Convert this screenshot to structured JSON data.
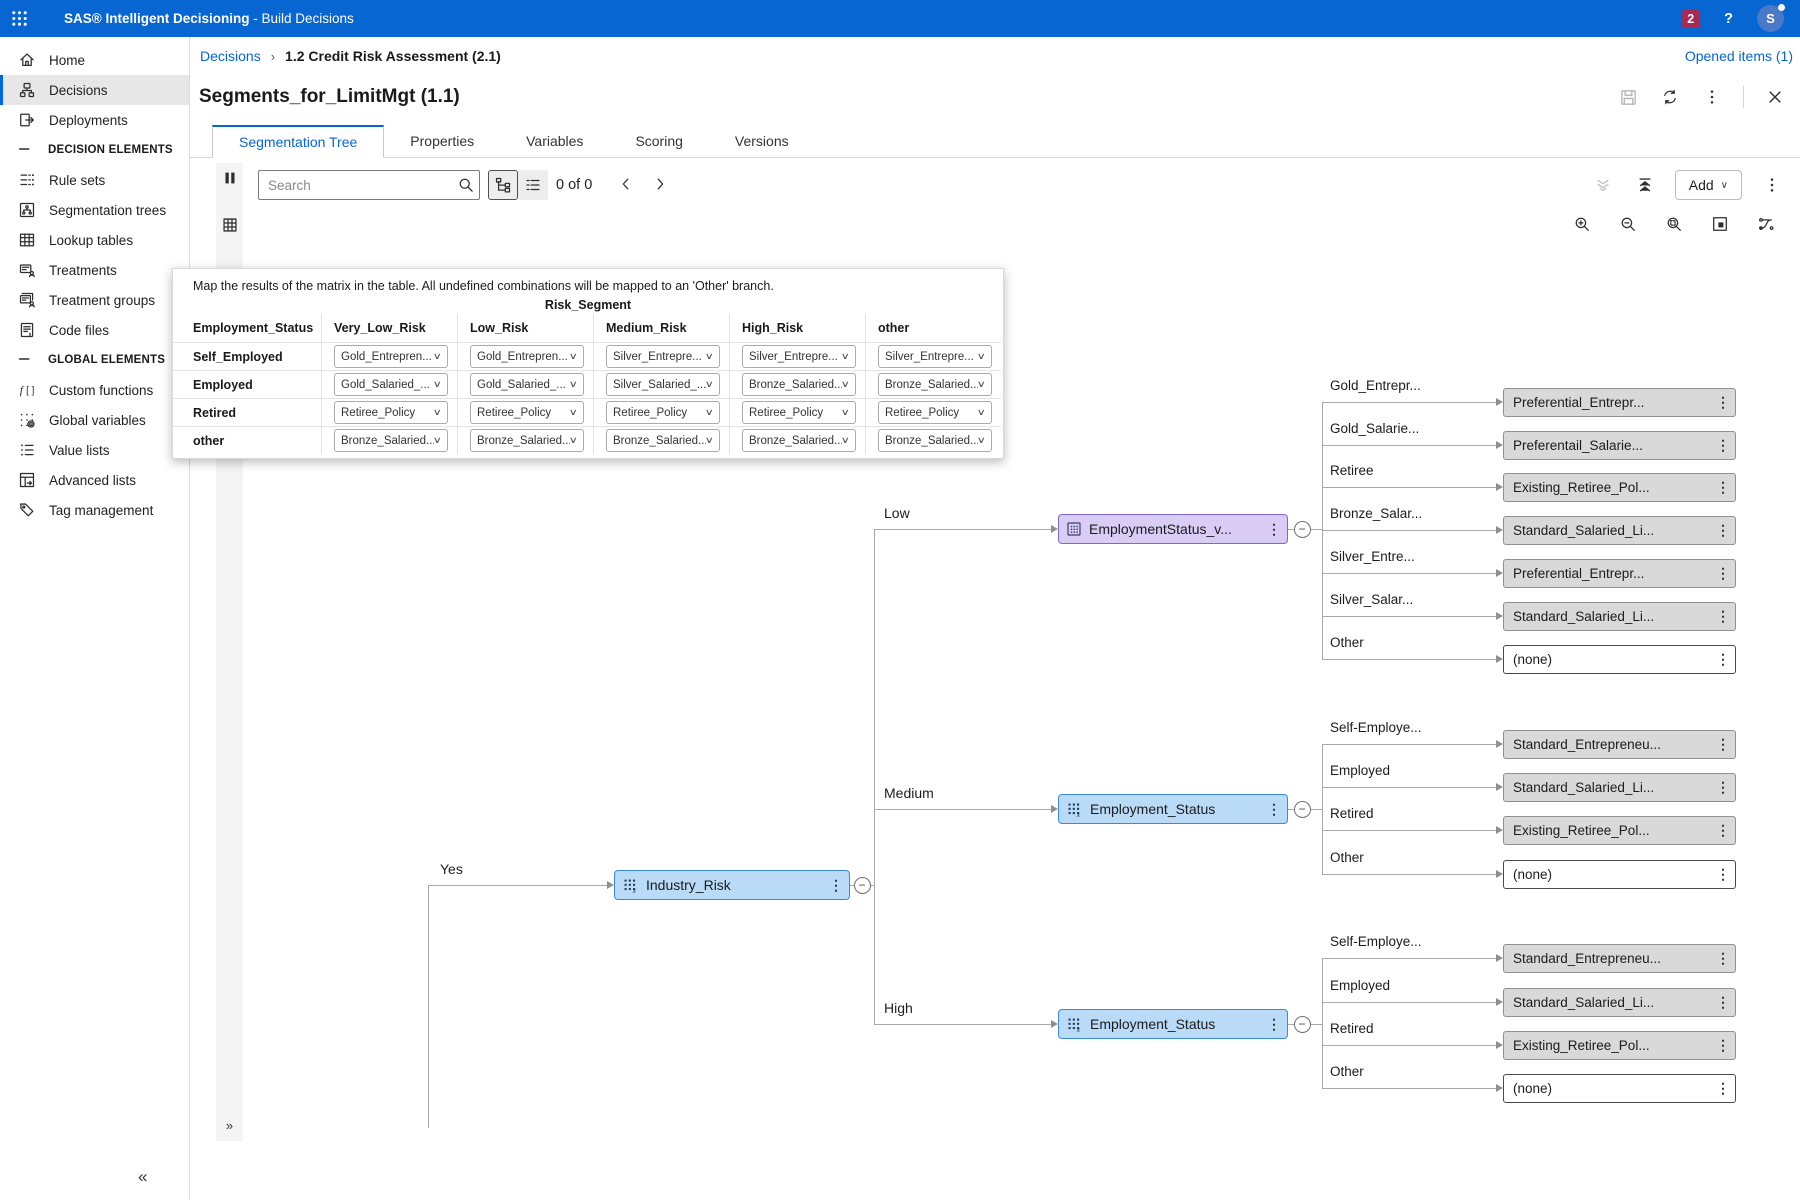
{
  "topbar": {
    "app_title": "SAS® Intelligent Decisioning",
    "separator": "-",
    "subtitle": "Build Decisions",
    "notification_count": "2",
    "help_label": "?",
    "avatar_initial": "S"
  },
  "sidebar": {
    "items": [
      {
        "label": "Home",
        "icon": "home",
        "type": "item"
      },
      {
        "label": "Decisions",
        "icon": "decisions",
        "type": "item",
        "selected": true
      },
      {
        "label": "Deployments",
        "icon": "deployments",
        "type": "item"
      },
      {
        "label": "DECISION ELEMENTS",
        "icon": "dash",
        "type": "section"
      },
      {
        "label": "Rule sets",
        "icon": "rule-sets",
        "type": "item"
      },
      {
        "label": "Segmentation trees",
        "icon": "segmentation-trees",
        "type": "item"
      },
      {
        "label": "Lookup tables",
        "icon": "lookup-tables",
        "type": "item"
      },
      {
        "label": "Treatments",
        "icon": "treatments",
        "type": "item"
      },
      {
        "label": "Treatment groups",
        "icon": "treatment-groups",
        "type": "item"
      },
      {
        "label": "Code files",
        "icon": "code-files",
        "type": "item"
      },
      {
        "label": "GLOBAL ELEMENTS",
        "icon": "dash",
        "type": "section"
      },
      {
        "label": "Custom functions",
        "icon": "custom-functions",
        "type": "item"
      },
      {
        "label": "Global variables",
        "icon": "global-variables",
        "type": "item"
      },
      {
        "label": "Value lists",
        "icon": "value-lists",
        "type": "item"
      },
      {
        "label": "Advanced lists",
        "icon": "advanced-lists",
        "type": "item"
      },
      {
        "label": "Tag management",
        "icon": "tag-management",
        "type": "item"
      }
    ],
    "collapse_label": "«"
  },
  "breadcrumb": {
    "root": "Decisions",
    "separator": "›",
    "current": "1.2 Credit Risk Assessment (2.1)",
    "opened_items": "Opened items (1)"
  },
  "page": {
    "title": "Segments_for_LimitMgt (1.1)"
  },
  "tabs": [
    {
      "label": "Segmentation Tree",
      "active": true
    },
    {
      "label": "Properties",
      "active": false
    },
    {
      "label": "Variables",
      "active": false
    },
    {
      "label": "Scoring",
      "active": false
    },
    {
      "label": "Versions",
      "active": false
    }
  ],
  "toolbar": {
    "search_placeholder": "Search",
    "match_count": "0 of 0",
    "add_label": "Add",
    "add_chevron": "∨",
    "strip_expand": "»"
  },
  "matrix_panel": {
    "instruction": "Map the results of the matrix in the table. All undefined combinations will be mapped to an 'Other' branch.",
    "group_header": "Risk_Segment",
    "columns": [
      "Employment_Status",
      "Very_Low_Risk",
      "Low_Risk",
      "Medium_Risk",
      "High_Risk",
      "other"
    ],
    "rows": [
      {
        "label": "Self_Employed",
        "values": [
          "Gold_Entrepren...",
          "Gold_Entrepren...",
          "Silver_Entrepre...",
          "Silver_Entrepre...",
          "Silver_Entrepre..."
        ]
      },
      {
        "label": "Employed",
        "values": [
          "Gold_Salaried_...",
          "Gold_Salaried_...",
          "Silver_Salaried_...",
          "Bronze_Salaried...",
          "Bronze_Salaried..."
        ]
      },
      {
        "label": "Retired",
        "values": [
          "Retiree_Policy",
          "Retiree_Policy",
          "Retiree_Policy",
          "Retiree_Policy",
          "Retiree_Policy"
        ]
      },
      {
        "label": "other",
        "values": [
          "Bronze_Salaried...",
          "Bronze_Salaried...",
          "Bronze_Salaried...",
          "Bronze_Salaried...",
          "Bronze_Salaried..."
        ]
      }
    ],
    "dropdown_chevron": "∨"
  },
  "tree": {
    "root_branch_label": "Yes",
    "root_node": {
      "label": "Industry_Risk",
      "type": "variable"
    },
    "collapse_glyph": "−",
    "branches": [
      {
        "label": "Low",
        "node": {
          "label": "EmploymentStatus_v...",
          "type": "matrix"
        },
        "leaves": [
          {
            "branch": "Gold_Entrepr...",
            "box": "Preferential_Entrepr...",
            "none": false
          },
          {
            "branch": "Gold_Salarie...",
            "box": "Preferentail_Salarie...",
            "none": false
          },
          {
            "branch": "Retiree",
            "box": "Existing_Retiree_Pol...",
            "none": false
          },
          {
            "branch": "Bronze_Salar...",
            "box": "Standard_Salaried_Li...",
            "none": false
          },
          {
            "branch": "Silver_Entre...",
            "box": "Preferential_Entrepr...",
            "none": false
          },
          {
            "branch": "Silver_Salar...",
            "box": "Standard_Salaried_Li...",
            "none": false
          },
          {
            "branch": "Other",
            "box": "(none)",
            "none": true
          }
        ]
      },
      {
        "label": "Medium",
        "node": {
          "label": "Employment_Status",
          "type": "variable"
        },
        "leaves": [
          {
            "branch": "Self-Employe...",
            "box": "Standard_Entrepreneu...",
            "none": false
          },
          {
            "branch": "Employed",
            "box": "Standard_Salaried_Li...",
            "none": false
          },
          {
            "branch": "Retired",
            "box": "Existing_Retiree_Pol...",
            "none": false
          },
          {
            "branch": "Other",
            "box": "(none)",
            "none": true
          }
        ]
      },
      {
        "label": "High",
        "node": {
          "label": "Employment_Status",
          "type": "variable"
        },
        "leaves": [
          {
            "branch": "Self-Employe...",
            "box": "Standard_Entrepreneu...",
            "none": false
          },
          {
            "branch": "Employed",
            "box": "Standard_Salaried_Li...",
            "none": false
          },
          {
            "branch": "Retired",
            "box": "Existing_Retiree_Pol...",
            "none": false
          },
          {
            "branch": "Other",
            "box": "(none)",
            "none": true
          }
        ]
      }
    ]
  }
}
